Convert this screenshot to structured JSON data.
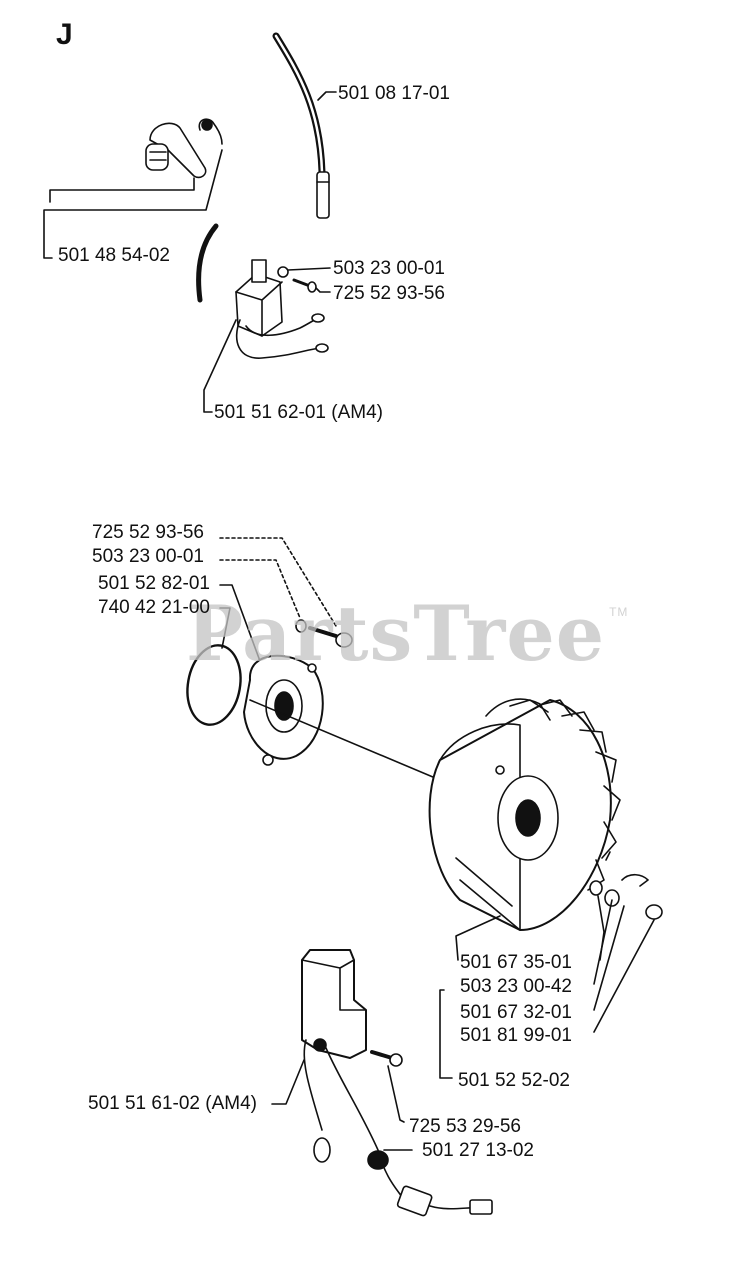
{
  "section": "J",
  "watermark": "PartsTree",
  "watermark_tm": "TM",
  "colors": {
    "ink": "#111111",
    "watermark": "#c4c4c4",
    "background": "#ffffff"
  },
  "labels": {
    "hv_lead": "501 08 17-01",
    "spark_cap": "501 48 54-02",
    "washer_top": "503 23 00-01",
    "screw_top": "725 52 93-56",
    "module_top": "501 51 62-01 (AM4)",
    "screw_mid": "725 52 93-56",
    "washer_mid": "503 23 00-01",
    "cover": "501 52 82-01",
    "oring": "740 42 21-00",
    "part_1": "501 67 35-01",
    "part_2": "503 23 00-42",
    "part_3": "501 67 32-01",
    "part_4": "501 81 99-01",
    "flywheel_assy": "501 52 52-02",
    "module_bottom": "501 51 61-02  (AM4)",
    "screw_bottom": "725 53 29-56",
    "grommet": "501 27 13-02"
  }
}
